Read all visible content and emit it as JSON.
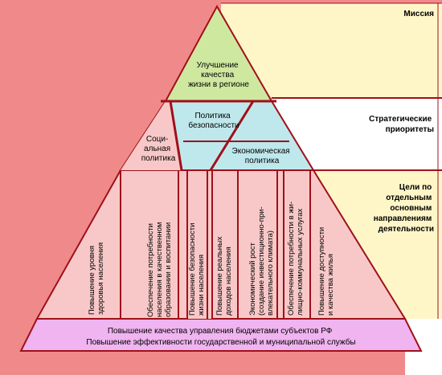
{
  "colors": {
    "left_background": "#f08a8a",
    "right_background": "#ffffff",
    "band_mission": "#fff6c8",
    "band_priorities": "#ffffff",
    "band_goals": "#fff6c8",
    "apex_fill": "#cfe8a0",
    "priority_social": "#f8c8c8",
    "priority_security": "#bfe8ec",
    "priority_economic": "#bfe8ec",
    "goal_column": "#f8c8c8",
    "base_fill": "#f0b4f0",
    "frame": "#a0101a"
  },
  "levels": {
    "mission": "Миссия",
    "priorities": [
      "Стратегические",
      "приоритеты"
    ],
    "goals": [
      "Цели по",
      "отдельным",
      "основным",
      "направлениям",
      "деятельности"
    ]
  },
  "apex": [
    "Улучшение",
    "качества",
    "жизни в регионе"
  ],
  "priorities": {
    "social": [
      "Соци-",
      "альная",
      "политика"
    ],
    "security": [
      "Политика",
      "безопасности"
    ],
    "economic": [
      "Экономическая",
      "политика"
    ]
  },
  "goals": [
    [
      "Повышение уровня",
      "здоровья населения"
    ],
    [
      "Обеспечение потребности",
      "населения в качественном",
      "образовании и воспитании"
    ],
    [
      "Повышение безопасности",
      "жизни населения"
    ],
    [
      "Повышение реальных",
      "доходов населения"
    ],
    [
      "Экономический рост",
      "(создание инвестиционно-при-",
      "влекательного климата)"
    ],
    [
      "Обеспечение потребности в жи-",
      "лищно-коммунальных услугах"
    ],
    [
      "Повышение доступности",
      "и качества жилья"
    ]
  ],
  "base": [
    "Повышение качества управления бюджетами субъектов РФ",
    "Повышение эффективности государственной и муниципальной службы"
  ]
}
